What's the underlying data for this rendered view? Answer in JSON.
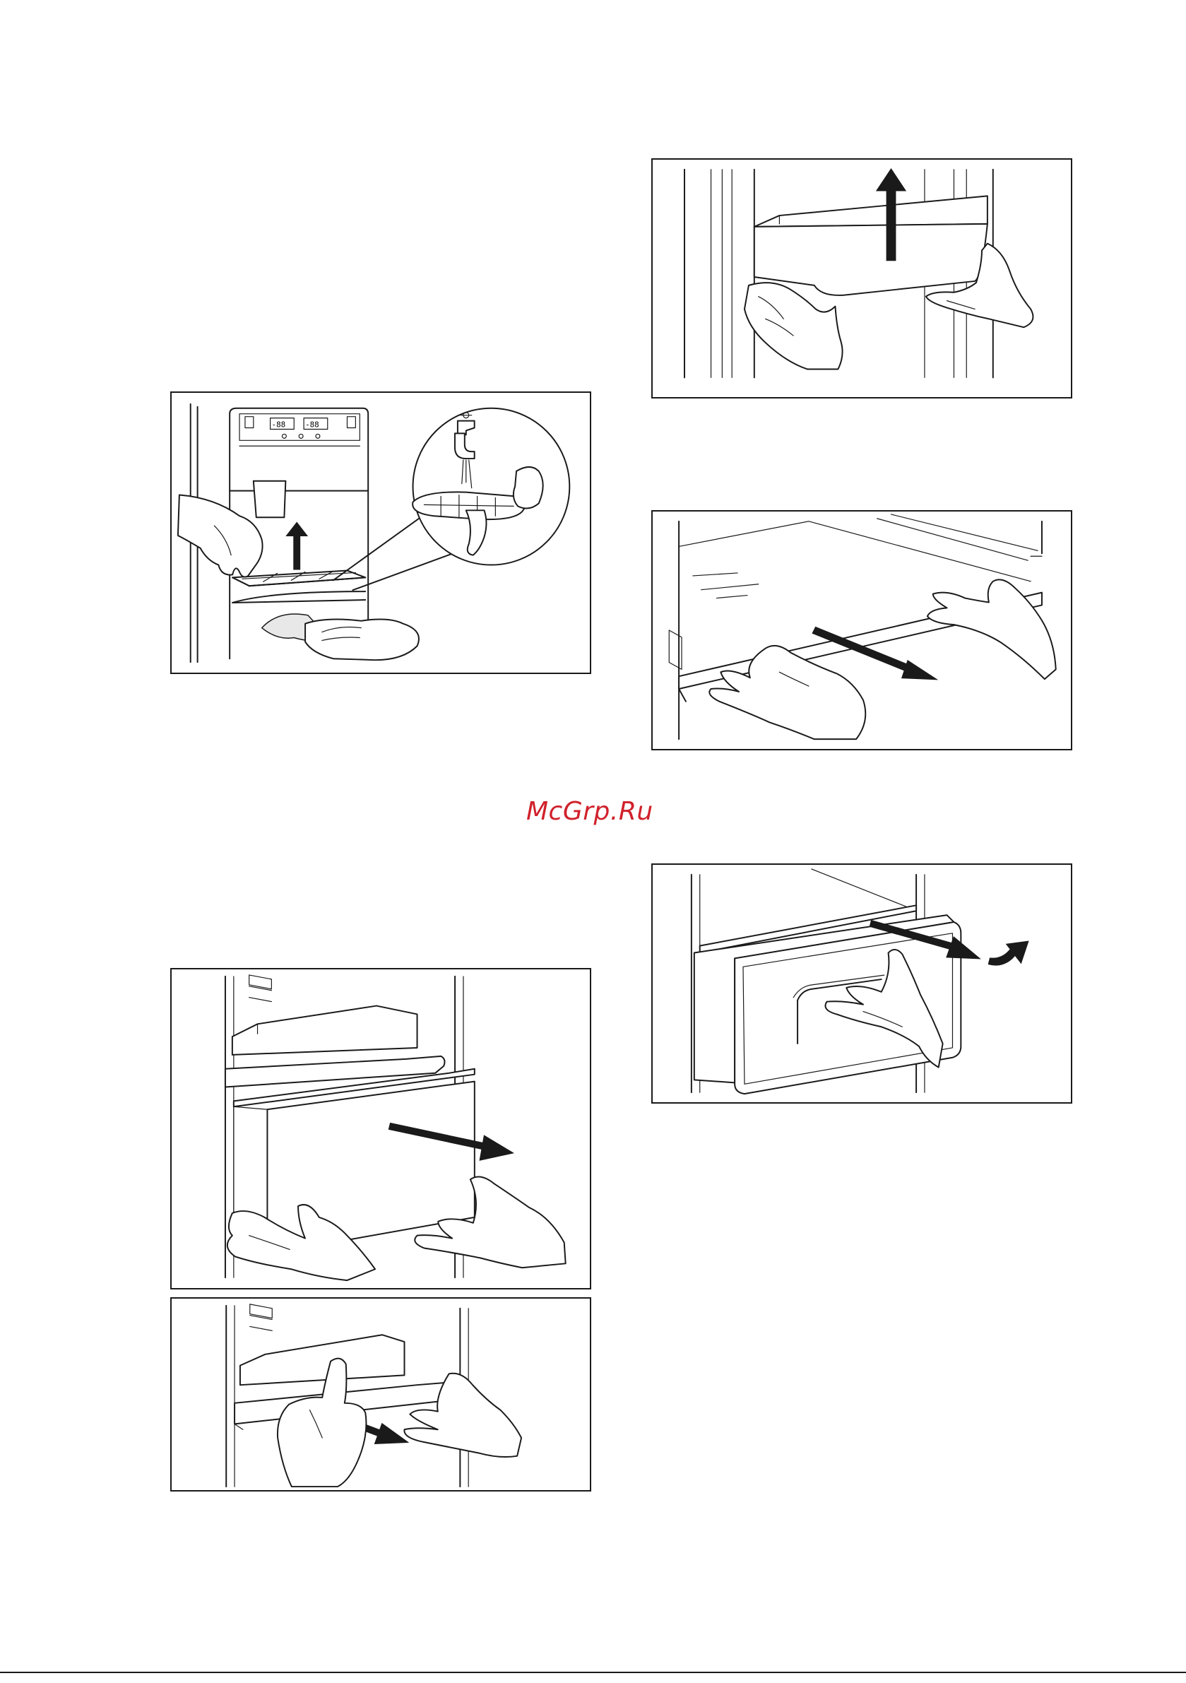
{
  "page": {
    "watermark": "McGrp.Ru",
    "footer_text": ""
  },
  "figures": [
    {
      "id": "dispenser-tray-cleaning",
      "icons": [
        "hand-icon",
        "arrow-up-icon",
        "water-tap-icon",
        "drip-tray-icon",
        "cloth-icon"
      ]
    },
    {
      "id": "door-bin-removal",
      "icons": [
        "hand-icon",
        "arrow-up-icon",
        "door-bin-icon"
      ]
    },
    {
      "id": "glass-shelf-removal",
      "icons": [
        "hand-icon",
        "arrow-right-icon",
        "glass-shelf-icon"
      ]
    },
    {
      "id": "drawer-removal-pull",
      "icons": [
        "hand-icon",
        "arrow-right-icon",
        "drawer-icon"
      ]
    },
    {
      "id": "drawer-removal-lift",
      "icons": [
        "hand-icon",
        "arrow-right-icon",
        "arrow-curved-icon",
        "drawer-icon"
      ]
    },
    {
      "id": "small-shelf-removal",
      "icons": [
        "hand-icon",
        "arrow-right-icon",
        "shelf-icon"
      ]
    }
  ],
  "dispenser_panel": {
    "display_left": "-88",
    "display_right": "-88"
  }
}
